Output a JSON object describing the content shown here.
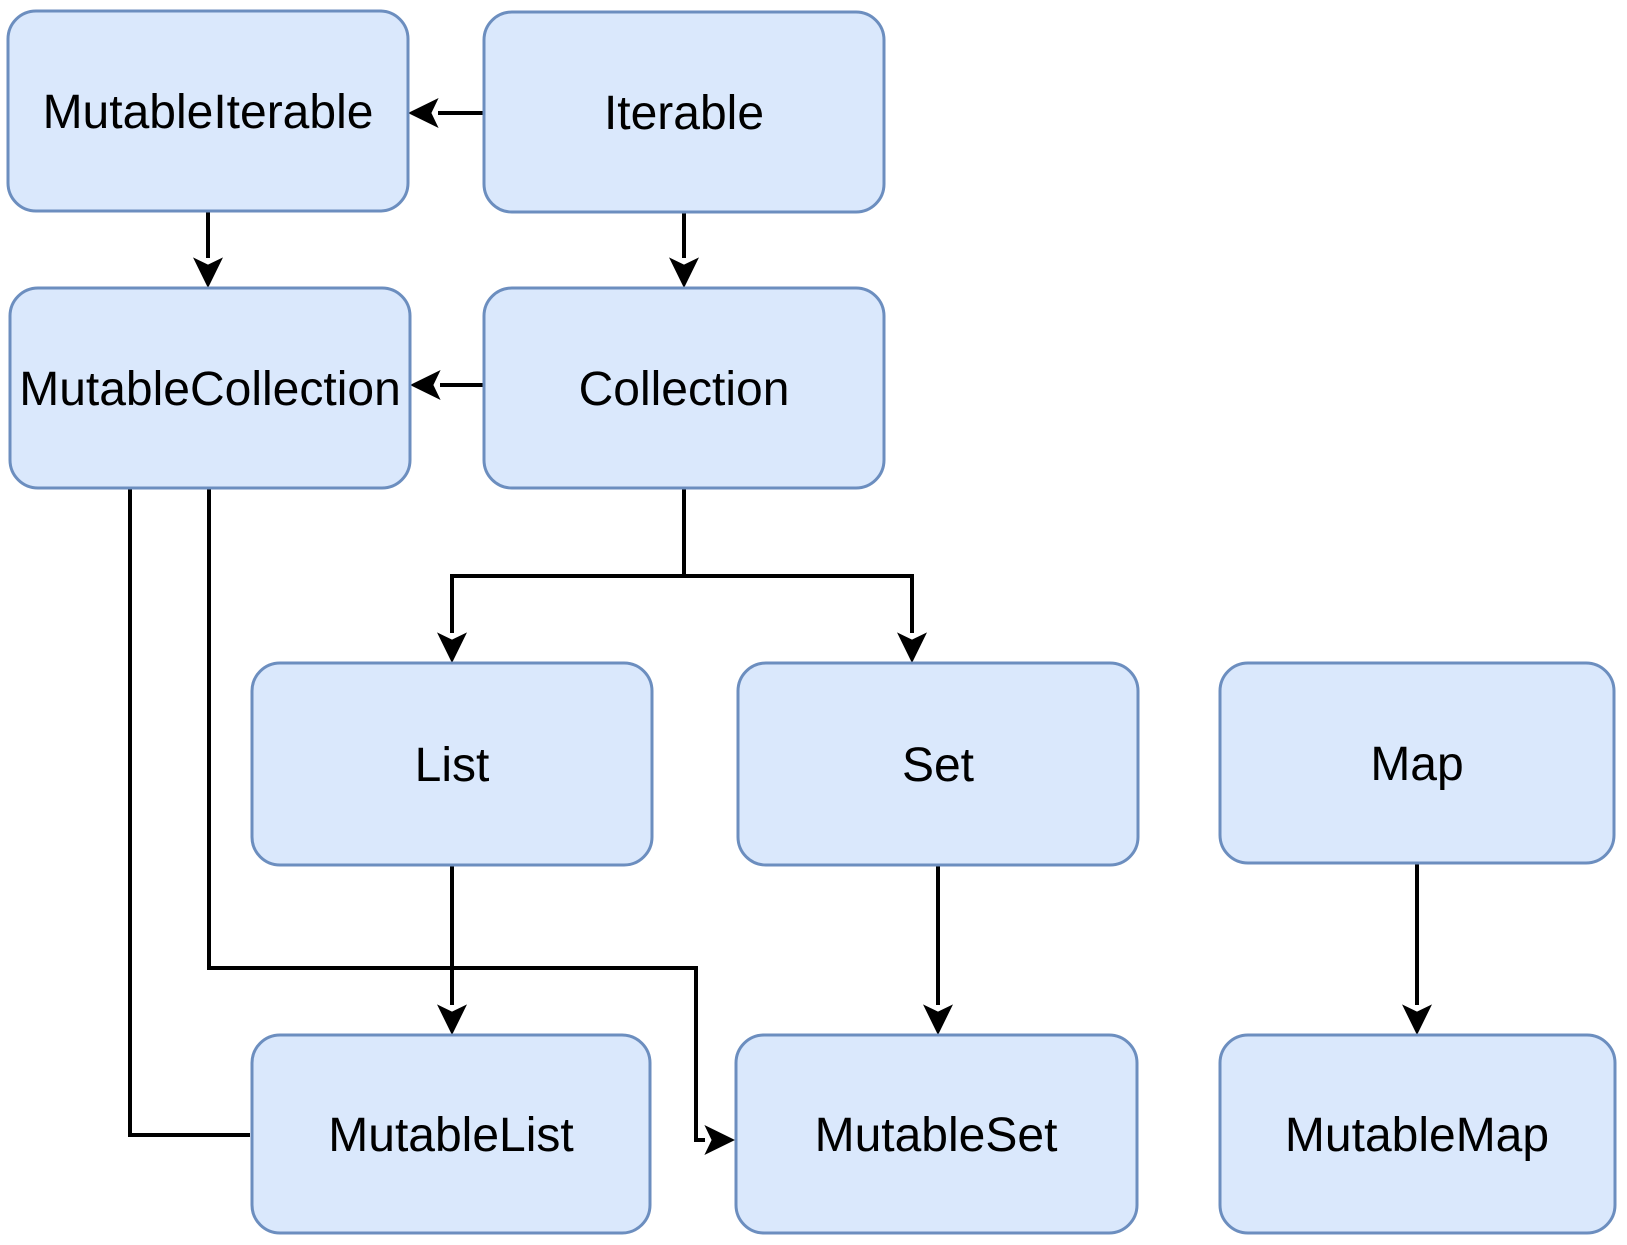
{
  "diagram": {
    "type": "class-hierarchy",
    "nodes": [
      {
        "id": "mutable-iterable",
        "label": "MutableIterable"
      },
      {
        "id": "iterable",
        "label": "Iterable"
      },
      {
        "id": "mutable-collection",
        "label": "MutableCollection"
      },
      {
        "id": "collection",
        "label": "Collection"
      },
      {
        "id": "list",
        "label": "List"
      },
      {
        "id": "set",
        "label": "Set"
      },
      {
        "id": "map",
        "label": "Map"
      },
      {
        "id": "mutable-list",
        "label": "MutableList"
      },
      {
        "id": "mutable-set",
        "label": "MutableSet"
      },
      {
        "id": "mutable-map",
        "label": "MutableMap"
      }
    ],
    "edges": [
      {
        "from": "Iterable",
        "to": "MutableIterable",
        "arrowhead": true
      },
      {
        "from": "MutableIterable",
        "to": "MutableCollection",
        "arrowhead": true
      },
      {
        "from": "Iterable",
        "to": "Collection",
        "arrowhead": true
      },
      {
        "from": "Collection",
        "to": "MutableCollection",
        "arrowhead": true
      },
      {
        "from": "Collection",
        "to": "List",
        "arrowhead": true
      },
      {
        "from": "Collection",
        "to": "Set",
        "arrowhead": true
      },
      {
        "from": "List",
        "to": "MutableList",
        "arrowhead": true
      },
      {
        "from": "Set",
        "to": "MutableSet",
        "arrowhead": true
      },
      {
        "from": "Map",
        "to": "MutableMap",
        "arrowhead": true
      },
      {
        "from": "MutableCollection",
        "to": "MutableList",
        "arrowhead": false
      },
      {
        "from": "MutableCollection",
        "to": "MutableSet",
        "arrowhead": true
      }
    ]
  },
  "theme": {
    "background": "#ffffff",
    "node_fill": "#dae8fc",
    "node_stroke": "#6c8ebf",
    "edge_color": "#000000",
    "text_color": "#000000"
  }
}
